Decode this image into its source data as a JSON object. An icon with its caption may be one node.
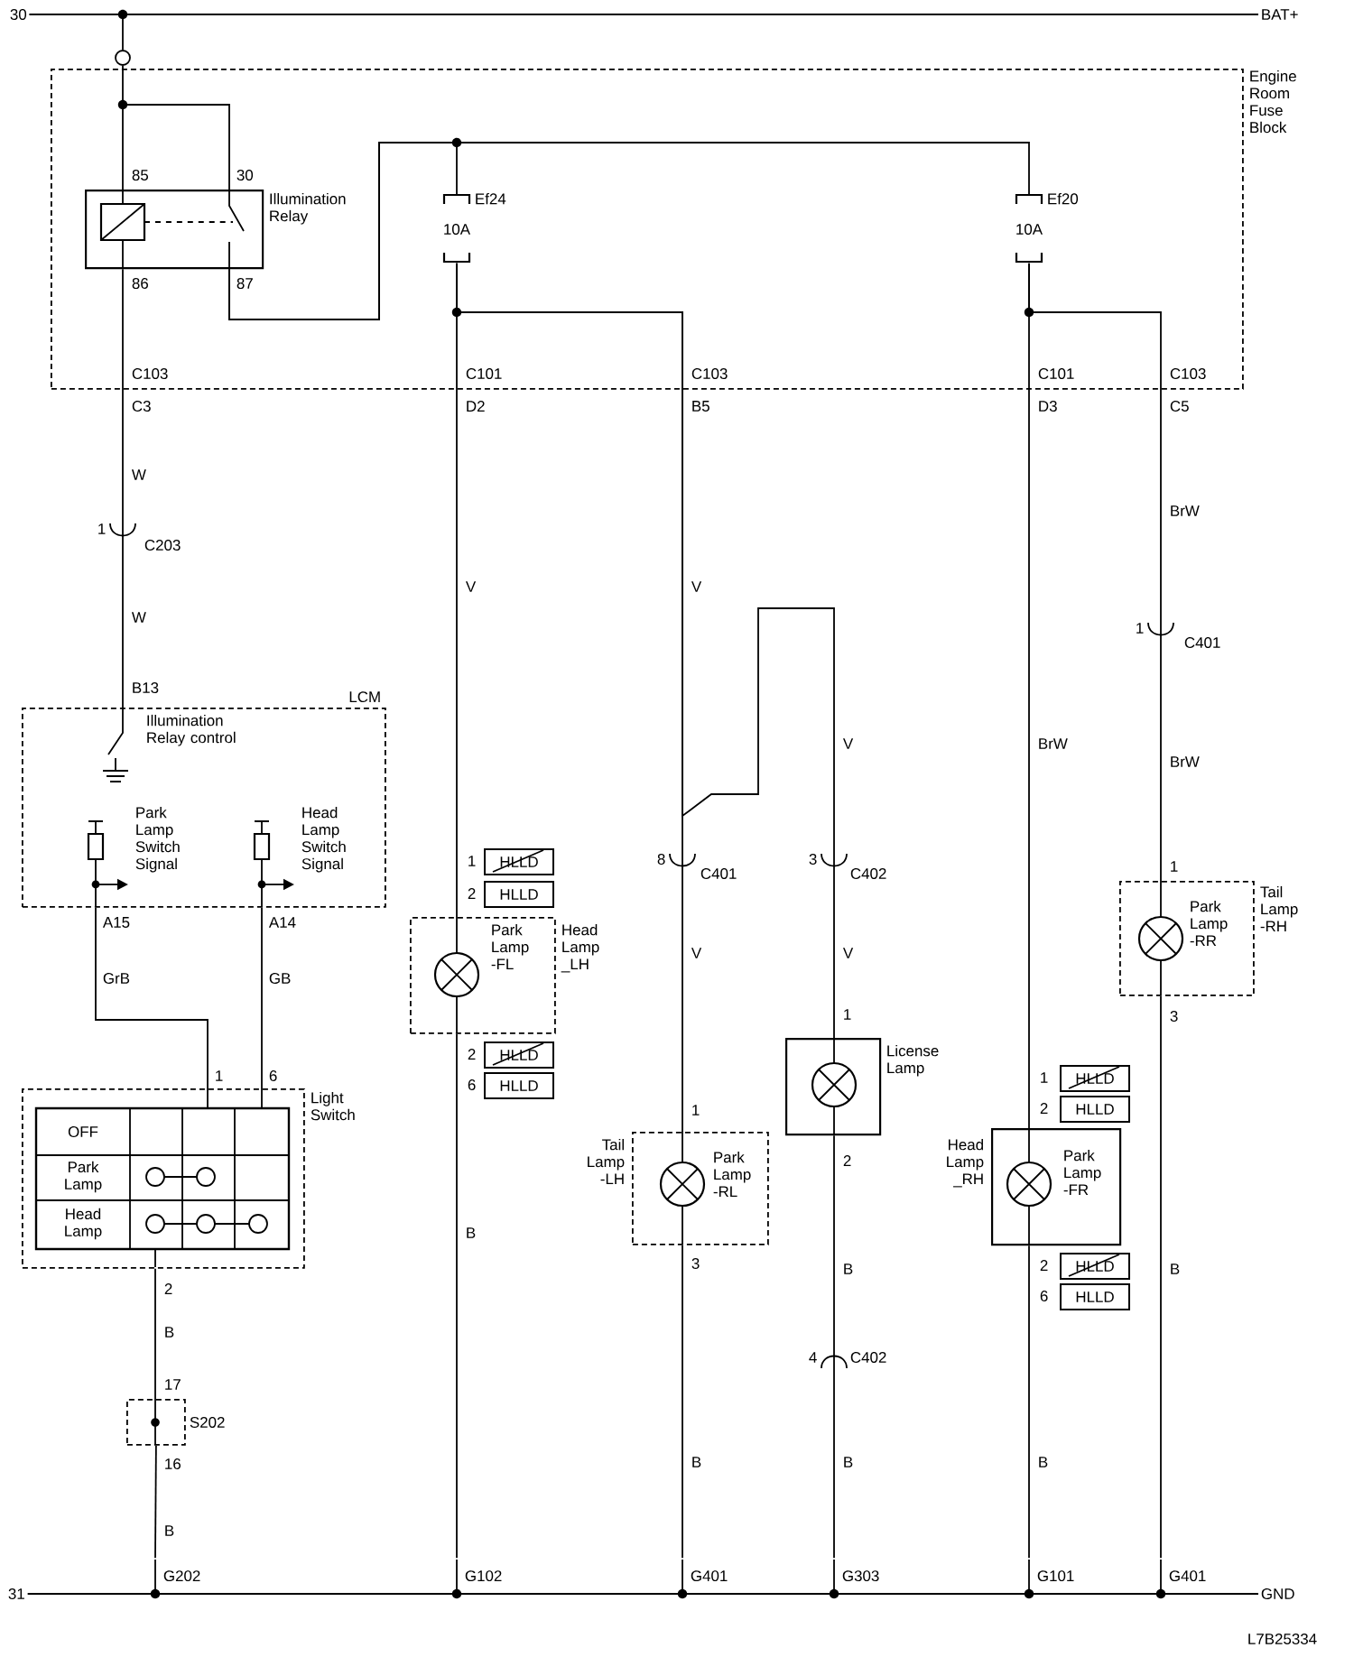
{
  "diagram": {
    "nodes": [
      {
        "text": [
          "Engine Room Fuse Block"
        ]
      },
      {
        "text": [
          "Illumination Relay"
        ],
        "in": 0
      },
      {
        "text": [
          "Ef24",
          "10A"
        ],
        "in": 0
      },
      {
        "text": [
          "Ef20",
          "10A"
        ],
        "in": 0
      },
      {
        "text": [
          "LCM",
          "Illumination Relay control",
          "Park Lamp Switch Signal",
          "Head Lamp Switch Signal"
        ]
      },
      {
        "text": [
          "Light Switch",
          "OFF",
          "Park Lamp",
          "Head Lamp"
        ]
      },
      {
        "text": [
          "S202"
        ]
      },
      {
        "text": [
          "Park Lamp -FL",
          "Head Lamp _LH"
        ]
      },
      {
        "text": [
          "Tail Lamp -LH",
          "Park Lamp -RL"
        ]
      },
      {
        "text": [
          "License Lamp"
        ]
      },
      {
        "text": [
          "Head Lamp _RH",
          "Park Lamp -FR"
        ]
      },
      {
        "text": [
          "Park Lamp -RR",
          "Tail Lamp -RH"
        ]
      },
      {
        "text": [
          "HLLD"
        ]
      },
      {
        "text": [
          "HLLD"
        ]
      },
      {
        "text": [
          "HLLD"
        ]
      },
      {
        "text": [
          "HLLD"
        ]
      },
      {
        "text": [
          "HLLD"
        ]
      },
      {
        "text": [
          "HLLD"
        ]
      },
      {
        "text": [
          "HLLD"
        ]
      },
      {
        "text": [
          "HLLD"
        ]
      },
      {
        "text": [
          "30"
        ]
      },
      {
        "text": [
          "BAT+"
        ]
      },
      {
        "text": [],
        "shape": "circle"
      },
      {
        "text": [
          "31"
        ]
      },
      {
        "text": [
          "GND"
        ]
      },
      {
        "text": [
          "G202"
        ]
      },
      {
        "text": [
          "G102"
        ]
      },
      {
        "text": [
          "G401"
        ]
      },
      {
        "text": [
          "G303"
        ]
      },
      {
        "text": [
          "G101"
        ]
      },
      {
        "text": [
          "G401"
        ]
      }
    ],
    "edges": [
      {
        "from": 20,
        "to": 21,
        "arrow": "none"
      },
      {
        "from": 20,
        "to": 22,
        "arrow": "none"
      },
      {
        "from": 22,
        "to": 1,
        "arrow": "none"
      },
      {
        "from": 1,
        "to": 2,
        "arrow": "none"
      },
      {
        "from": 1,
        "to": 3,
        "arrow": "none"
      },
      {
        "from": 1,
        "to": 4,
        "arrow": "none"
      },
      {
        "from": 2,
        "to": 7,
        "arrow": "none"
      },
      {
        "from": 2,
        "to": 8,
        "arrow": "none"
      },
      {
        "from": 2,
        "to": 9,
        "arrow": "none"
      },
      {
        "from": 3,
        "to": 10,
        "arrow": "none"
      },
      {
        "from": 3,
        "to": 11,
        "arrow": "none"
      },
      {
        "from": 4,
        "to": 5,
        "arrow": "none"
      },
      {
        "from": 4,
        "to": 5,
        "arrow": "none"
      },
      {
        "from": 5,
        "to": 6,
        "arrow": "none"
      },
      {
        "from": 6,
        "to": 25,
        "arrow": "none"
      },
      {
        "from": 7,
        "to": 26,
        "arrow": "none"
      },
      {
        "from": 8,
        "to": 27,
        "arrow": "none"
      },
      {
        "from": 9,
        "to": 28,
        "arrow": "none"
      },
      {
        "from": 10,
        "to": 29,
        "arrow": "none"
      },
      {
        "from": 11,
        "to": 30,
        "arrow": "none"
      },
      {
        "from": 23,
        "to": 24,
        "arrow": "none"
      }
    ],
    "labels": [
      "85",
      "30",
      "86",
      "87",
      "C103",
      "C101",
      "C103",
      "C101",
      "C103",
      "C3",
      "D2",
      "B5",
      "D3",
      "C5",
      "W",
      "BrW",
      "1",
      "C203",
      "V",
      "V",
      "W",
      "1",
      "C401",
      "B13",
      "V",
      "BrW",
      "BrW",
      "1",
      "8",
      "C401",
      "3",
      "C402",
      "1",
      "2",
      "A15",
      "A14",
      "V",
      "V",
      "GrB",
      "GB",
      "1",
      "3",
      "2",
      "1",
      "6",
      "6",
      "1",
      "1",
      "2",
      "2",
      "B",
      "3",
      "B",
      "2",
      "B",
      "2",
      "6",
      "B",
      "4",
      "C402",
      "17",
      "16",
      "B",
      "B",
      "B",
      "B",
      "L7B25334"
    ]
  }
}
